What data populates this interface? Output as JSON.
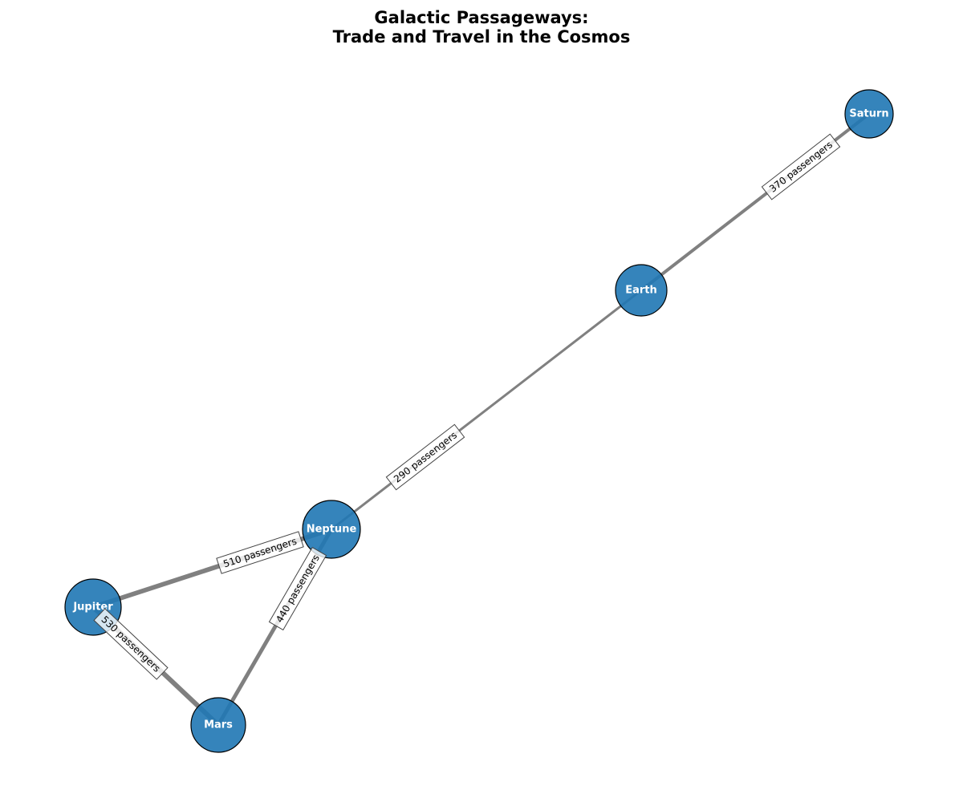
{
  "title": {
    "line1": "Galactic Passageways:",
    "line2": "Trade and Travel in the Cosmos"
  },
  "colors": {
    "node_fill": "#1f77b4",
    "node_edge": "#000000",
    "edge": "#808080",
    "node_label": "#ffffff"
  },
  "nodes": [
    {
      "id": "Saturn",
      "label": "Saturn"
    },
    {
      "id": "Earth",
      "label": "Earth"
    },
    {
      "id": "Neptune",
      "label": "Neptune"
    },
    {
      "id": "Jupiter",
      "label": "Jupiter"
    },
    {
      "id": "Mars",
      "label": "Mars"
    }
  ],
  "edges": [
    {
      "source": "Earth",
      "target": "Saturn",
      "passengers": 370,
      "label": "370 passengers"
    },
    {
      "source": "Neptune",
      "target": "Earth",
      "passengers": 290,
      "label": "290 passengers"
    },
    {
      "source": "Jupiter",
      "target": "Neptune",
      "passengers": 510,
      "label": "510 passengers"
    },
    {
      "source": "Mars",
      "target": "Neptune",
      "passengers": 440,
      "label": "440 passengers"
    },
    {
      "source": "Jupiter",
      "target": "Mars",
      "passengers": 530,
      "label": "530 passengers"
    }
  ]
}
